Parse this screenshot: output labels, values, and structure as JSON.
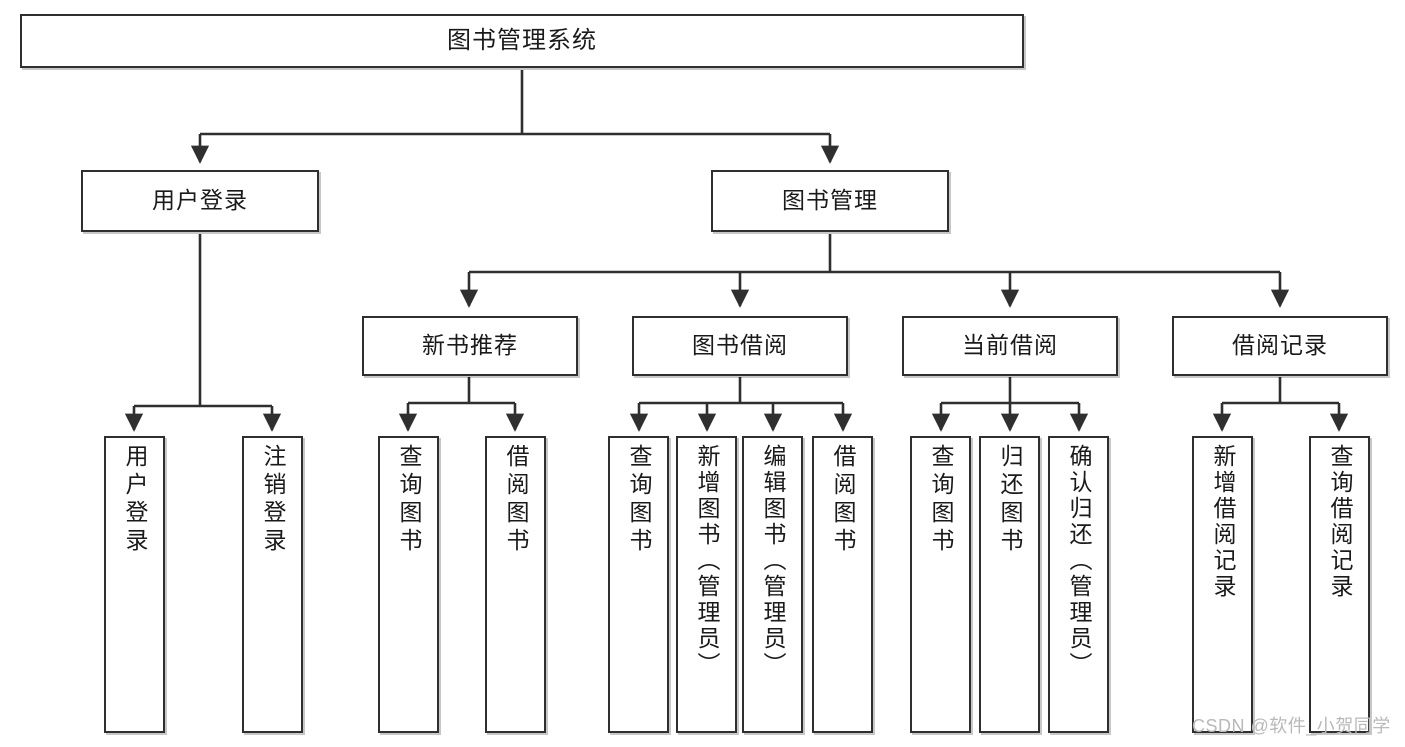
{
  "diagram": {
    "title": "图书管理系统",
    "type": "hierarchy-tree",
    "root": {
      "label": "图书管理系统"
    },
    "level1": [
      {
        "label": "用户登录"
      },
      {
        "label": "图书管理"
      }
    ],
    "level2": [
      {
        "label": "新书推荐",
        "parent": "图书管理"
      },
      {
        "label": "图书借阅",
        "parent": "图书管理"
      },
      {
        "label": "当前借阅",
        "parent": "图书管理"
      },
      {
        "label": "借阅记录",
        "parent": "图书管理"
      }
    ],
    "leaves": {
      "user_login": [
        {
          "label": "用户登录"
        },
        {
          "label": "注销登录"
        }
      ],
      "new_book_recommend": [
        {
          "label": "查询图书"
        },
        {
          "label": "借阅图书"
        }
      ],
      "book_borrow": [
        {
          "label": "查询图书"
        },
        {
          "label": "新增图书（管理员）"
        },
        {
          "label": "编辑图书（管理员）"
        },
        {
          "label": "借阅图书"
        }
      ],
      "current_borrow": [
        {
          "label": "查询图书"
        },
        {
          "label": "归还图书"
        },
        {
          "label": "确认归还（管理员）"
        }
      ],
      "borrow_record": [
        {
          "label": "新增借阅记录"
        },
        {
          "label": "查询借阅记录"
        }
      ]
    }
  },
  "watermark": {
    "text": "CSDN @软件_小贺同学"
  },
  "colors": {
    "border": "#2f2f2f",
    "background": "#ffffff",
    "text": "#1a1a1a",
    "watermark": "#b9b9b9"
  }
}
